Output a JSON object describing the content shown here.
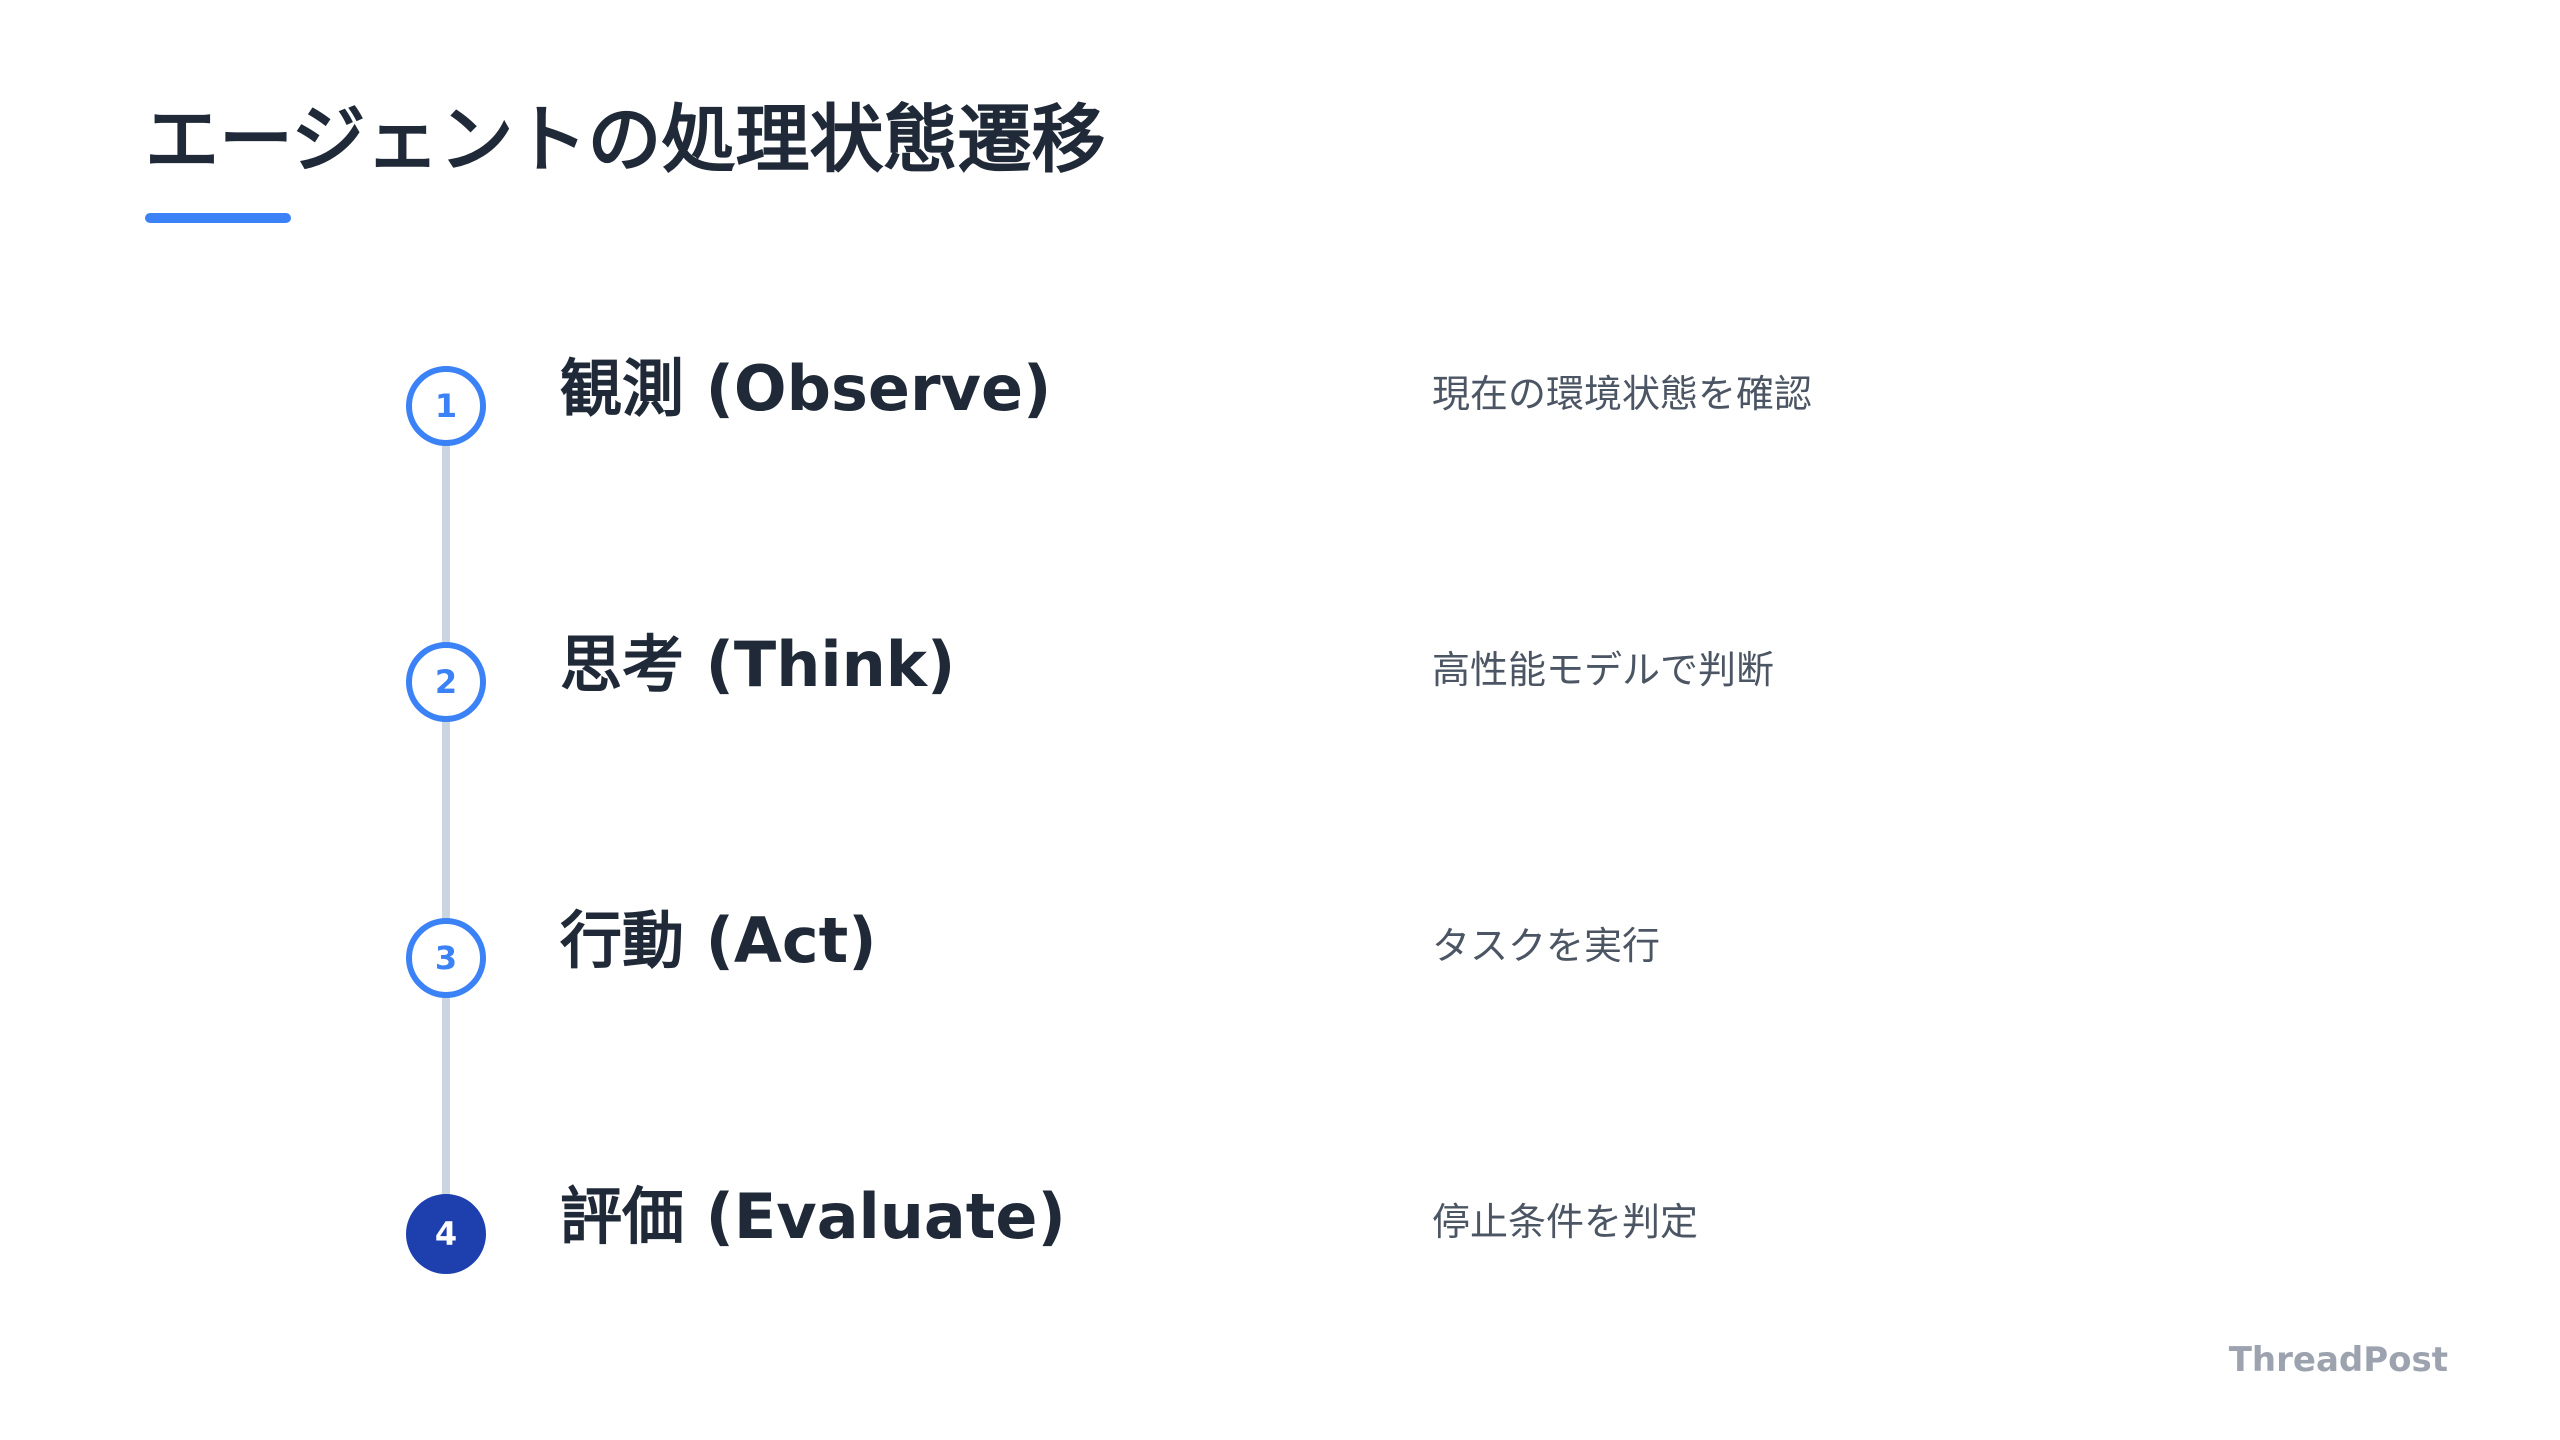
{
  "slide": {
    "title": "エージェントの処理状態遷移",
    "accent_color": "#3b82f6",
    "active_color": "#1e40af",
    "line_color": "#cbd5e1"
  },
  "steps": [
    {
      "number": "1",
      "title": "観測 (Observe)",
      "description": "現在の環境状態を確認",
      "active": false
    },
    {
      "number": "2",
      "title": "思考 (Think)",
      "description": "高性能モデルで判断",
      "active": false
    },
    {
      "number": "3",
      "title": "行動 (Act)",
      "description": "タスクを実行",
      "active": false
    },
    {
      "number": "4",
      "title": "評価 (Evaluate)",
      "description": "停止条件を判定",
      "active": true
    }
  ],
  "footer": {
    "brand": "ThreadPost"
  }
}
